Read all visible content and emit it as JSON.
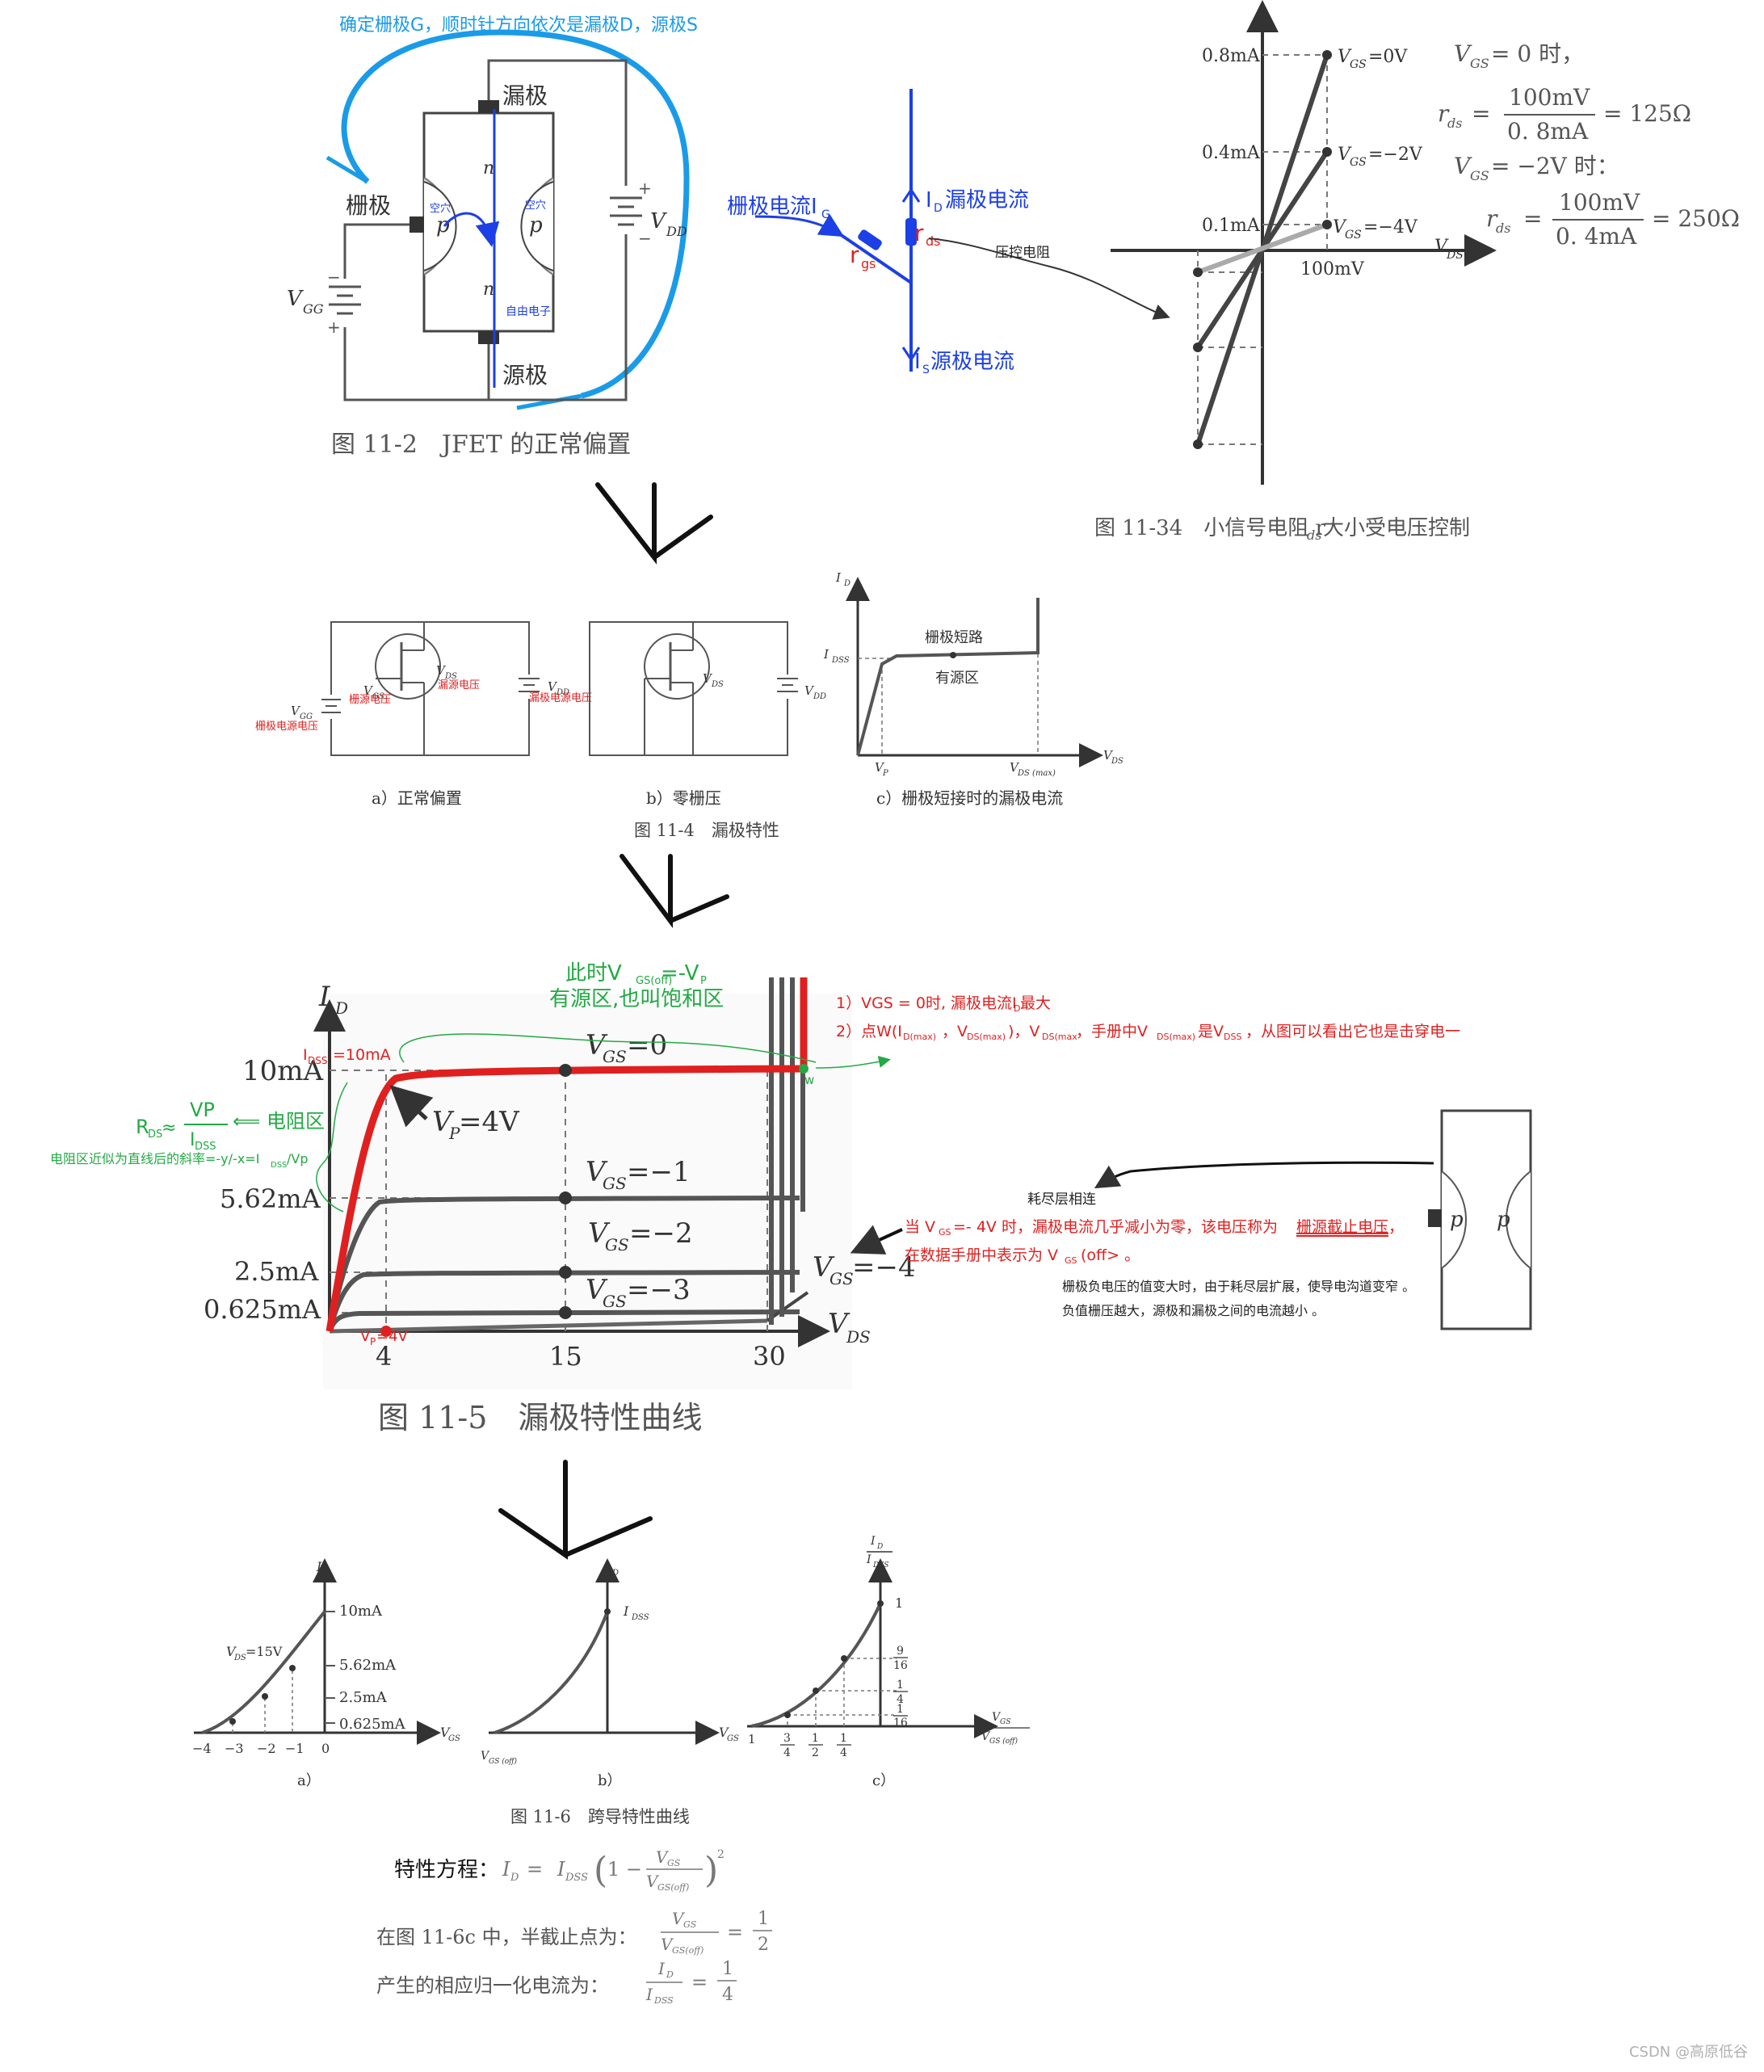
{
  "fig_11_2": {
    "annotation_top": "确定栅极G，顺时针方向依次是漏极D，源极S",
    "drain": "漏极",
    "gate": "栅极",
    "source": "源极",
    "vgg": "V",
    "vgg_sub": "GG",
    "vdd": "V",
    "vdd_sub": "DD",
    "p": "p",
    "n": "n",
    "hole": "空穴",
    "free_electron": "自由电子",
    "caption": "图 11-2　JFET 的正常偏置"
  },
  "model": {
    "gate_current": "栅极电流I",
    "gate_current_sub": "G",
    "rgs": "r",
    "rgs_sub": "gs",
    "rds": "r",
    "rds_sub": "ds",
    "id_label": "I",
    "id_label_sub": "D",
    "id_text": "漏极电流",
    "is_label": "I",
    "is_label_sub": "S",
    "is_text": "源极电流",
    "vc_resistor": "压控电阻"
  },
  "fig_11_34": {
    "y_08": "0.8mA",
    "y_04": "0.4mA",
    "y_01": "0.1mA",
    "x_100": "100mV",
    "vgs0": "V",
    "vgs0_sub": "GS",
    "vgs0_val": "=0V",
    "vgs2_val": "=−2V",
    "vgs4_val": "=−4V",
    "vds": "V",
    "vds_sub": "DS",
    "eq1": "V",
    "eq1_sub": "GS",
    "eq1_tail": " = 0 时，",
    "eq2_lhs": "r",
    "eq2_sub": "ds",
    "eq2_num": "100mV",
    "eq2_den": "0. 8mA",
    "eq2_res": "= 125Ω",
    "eq3_tail": " = −2V 时：",
    "eq4_num": "100mV",
    "eq4_den": "0. 4mA",
    "eq4_res": "= 250Ω",
    "caption": "图 11-34　小信号电阻 r",
    "caption_sub": "ds",
    "caption_tail": " 大小受电压控制"
  },
  "fig_11_4": {
    "vgs_red": "栅源电压",
    "vds_red": "漏源电压",
    "vdd_red": "漏极电源电压",
    "vgg_red": "栅极电源电压",
    "sub_a": "a）正常偏置",
    "sub_b": "b）零栅压",
    "sub_c": "c）栅极短接时的漏极电流",
    "caption": "图 11-4　漏极特性",
    "idss": "I",
    "idss_sub": "DSS",
    "id": "I",
    "id_sub": "D",
    "short": "栅极短路",
    "active": "有源区",
    "vp": "V",
    "vp_sub": "P",
    "vdsmax": "V",
    "vdsmax_sub": "DS (max)",
    "vds": "V",
    "vds_sub": "DS"
  },
  "fig_11_5": {
    "green_top1": "此时V",
    "green_top1_sub": "GS(off)",
    "green_top1_tail": "=-V",
    "green_top1_tail_sub": "P",
    "green_top2": "有源区,也叫饱和区",
    "red_note1": "1）VGS = 0时, 漏极电流I",
    "red_note1_sub": "D",
    "red_note1_tail": "最大",
    "red_note2": "2）点W(I",
    "red_note2_b": "D(max)",
    "red_note2_c": "，V",
    "red_note2_d": "DS(max)",
    "red_note2_e": ")，V",
    "red_note2_f": "DS(max",
    "red_note2_g": "，手册中V",
    "red_note2_h": "DS(max)",
    "red_note2_i": "是V",
    "red_note2_j": "DSS",
    "red_note2_k": "，从图可以看出它也是击穿电一",
    "idss_red": "I",
    "idss_red_sub": "DSS",
    "idss_red_tail": "=10mA",
    "y_10": "10mA",
    "y_562": "5.62mA",
    "y_25": "2.5mA",
    "y_0625": "0.625mA",
    "x_4": "4",
    "x_15": "15",
    "x_30": "30",
    "vp_red": "V",
    "vp_red_sub": "P",
    "vp_red_tail": "=4V",
    "id": "I",
    "id_sub": "D",
    "vds": "V",
    "vds_sub": "DS",
    "vgs0": "V",
    "vgs_sub": "GS",
    "vgs0_tail": "=0",
    "vgs1_tail": "=−1",
    "vgs2_tail": "=−2",
    "vgs3_tail": "=−3",
    "vgs4_tail": "=−4",
    "vp_arrow": "V",
    "vp_arrow_sub": "P",
    "vp_arrow_tail": "=4V",
    "w": "w",
    "rds_green": "R",
    "rds_green_sub": "DS",
    "rds_green_mid": " ≈ ",
    "rds_num": "VP",
    "rds_den": "I",
    "rds_den_sub": "DSS",
    "resist_region": "⟸ 电阻区",
    "green_small": "电阻区近似为直线后的斜率=-y/-x=I",
    "green_small_sub": "DSS",
    "green_small_tail": "/Vp",
    "depletion_joined": "耗尽层相连",
    "red_cut1": "当 V",
    "red_cut1_sub": "GS",
    "red_cut1_tail": "=- 4V 时，漏极电流几乎减小为零，该电压称为",
    "red_cut1_ul": "栅源截止电压",
    "red_cut1_end": "，",
    "red_cut2": "在数据手册中表示为 V",
    "red_cut2_sub": "GS",
    "red_cut2_tail": "(off> 。",
    "black_note1": "栅极负电压的值变大时，由于耗尽层扩展，使导电沟道变窄 。",
    "black_note2": "负值栅压越大，源极和漏极之间的电流越小 。",
    "p": "p",
    "caption": "图 11-5　漏极特性曲线"
  },
  "fig_11_6": {
    "a_10": "10mA",
    "a_562": "5.62mA",
    "a_25": "2.5mA",
    "a_0625": "0.625mA",
    "a_vds": "V",
    "a_vds_sub": "DS",
    "a_vds_tail": "=15V",
    "a_x4": "−4",
    "a_x3": "−3",
    "a_x2": "−2",
    "a_x1": "−1",
    "a_x0": "0",
    "id": "I",
    "id_sub": "D",
    "vgs": "V",
    "vgs_sub": "GS",
    "idss": "I",
    "idss_sub": "DSS",
    "vgsoff": "V",
    "vgsoff_sub": "GS (off)",
    "c_1": "1",
    "c_916_n": "9",
    "c_916_d": "16",
    "c_14_n": "1",
    "c_14_d": "4",
    "c_116_n": "1",
    "c_116_d": "16",
    "c_x1": "1",
    "c_x34_n": "3",
    "c_x34_d": "4",
    "c_x12_n": "1",
    "c_x12_d": "2",
    "c_x14_n": "1",
    "c_x14_d": "4",
    "sub_a": "a）",
    "sub_b": "b）",
    "sub_c": "c）",
    "caption": "图 11-6　跨导特性曲线"
  },
  "equations": {
    "label": "特性方程：",
    "line2": "在图 11-6c 中，半截止点为：",
    "line3": "产生的相应归一化电流为：",
    "half_num": "1",
    "half_den": "2",
    "quarter_num": "1",
    "quarter_den": "4"
  },
  "watermark": "CSDN @高原低谷"
}
